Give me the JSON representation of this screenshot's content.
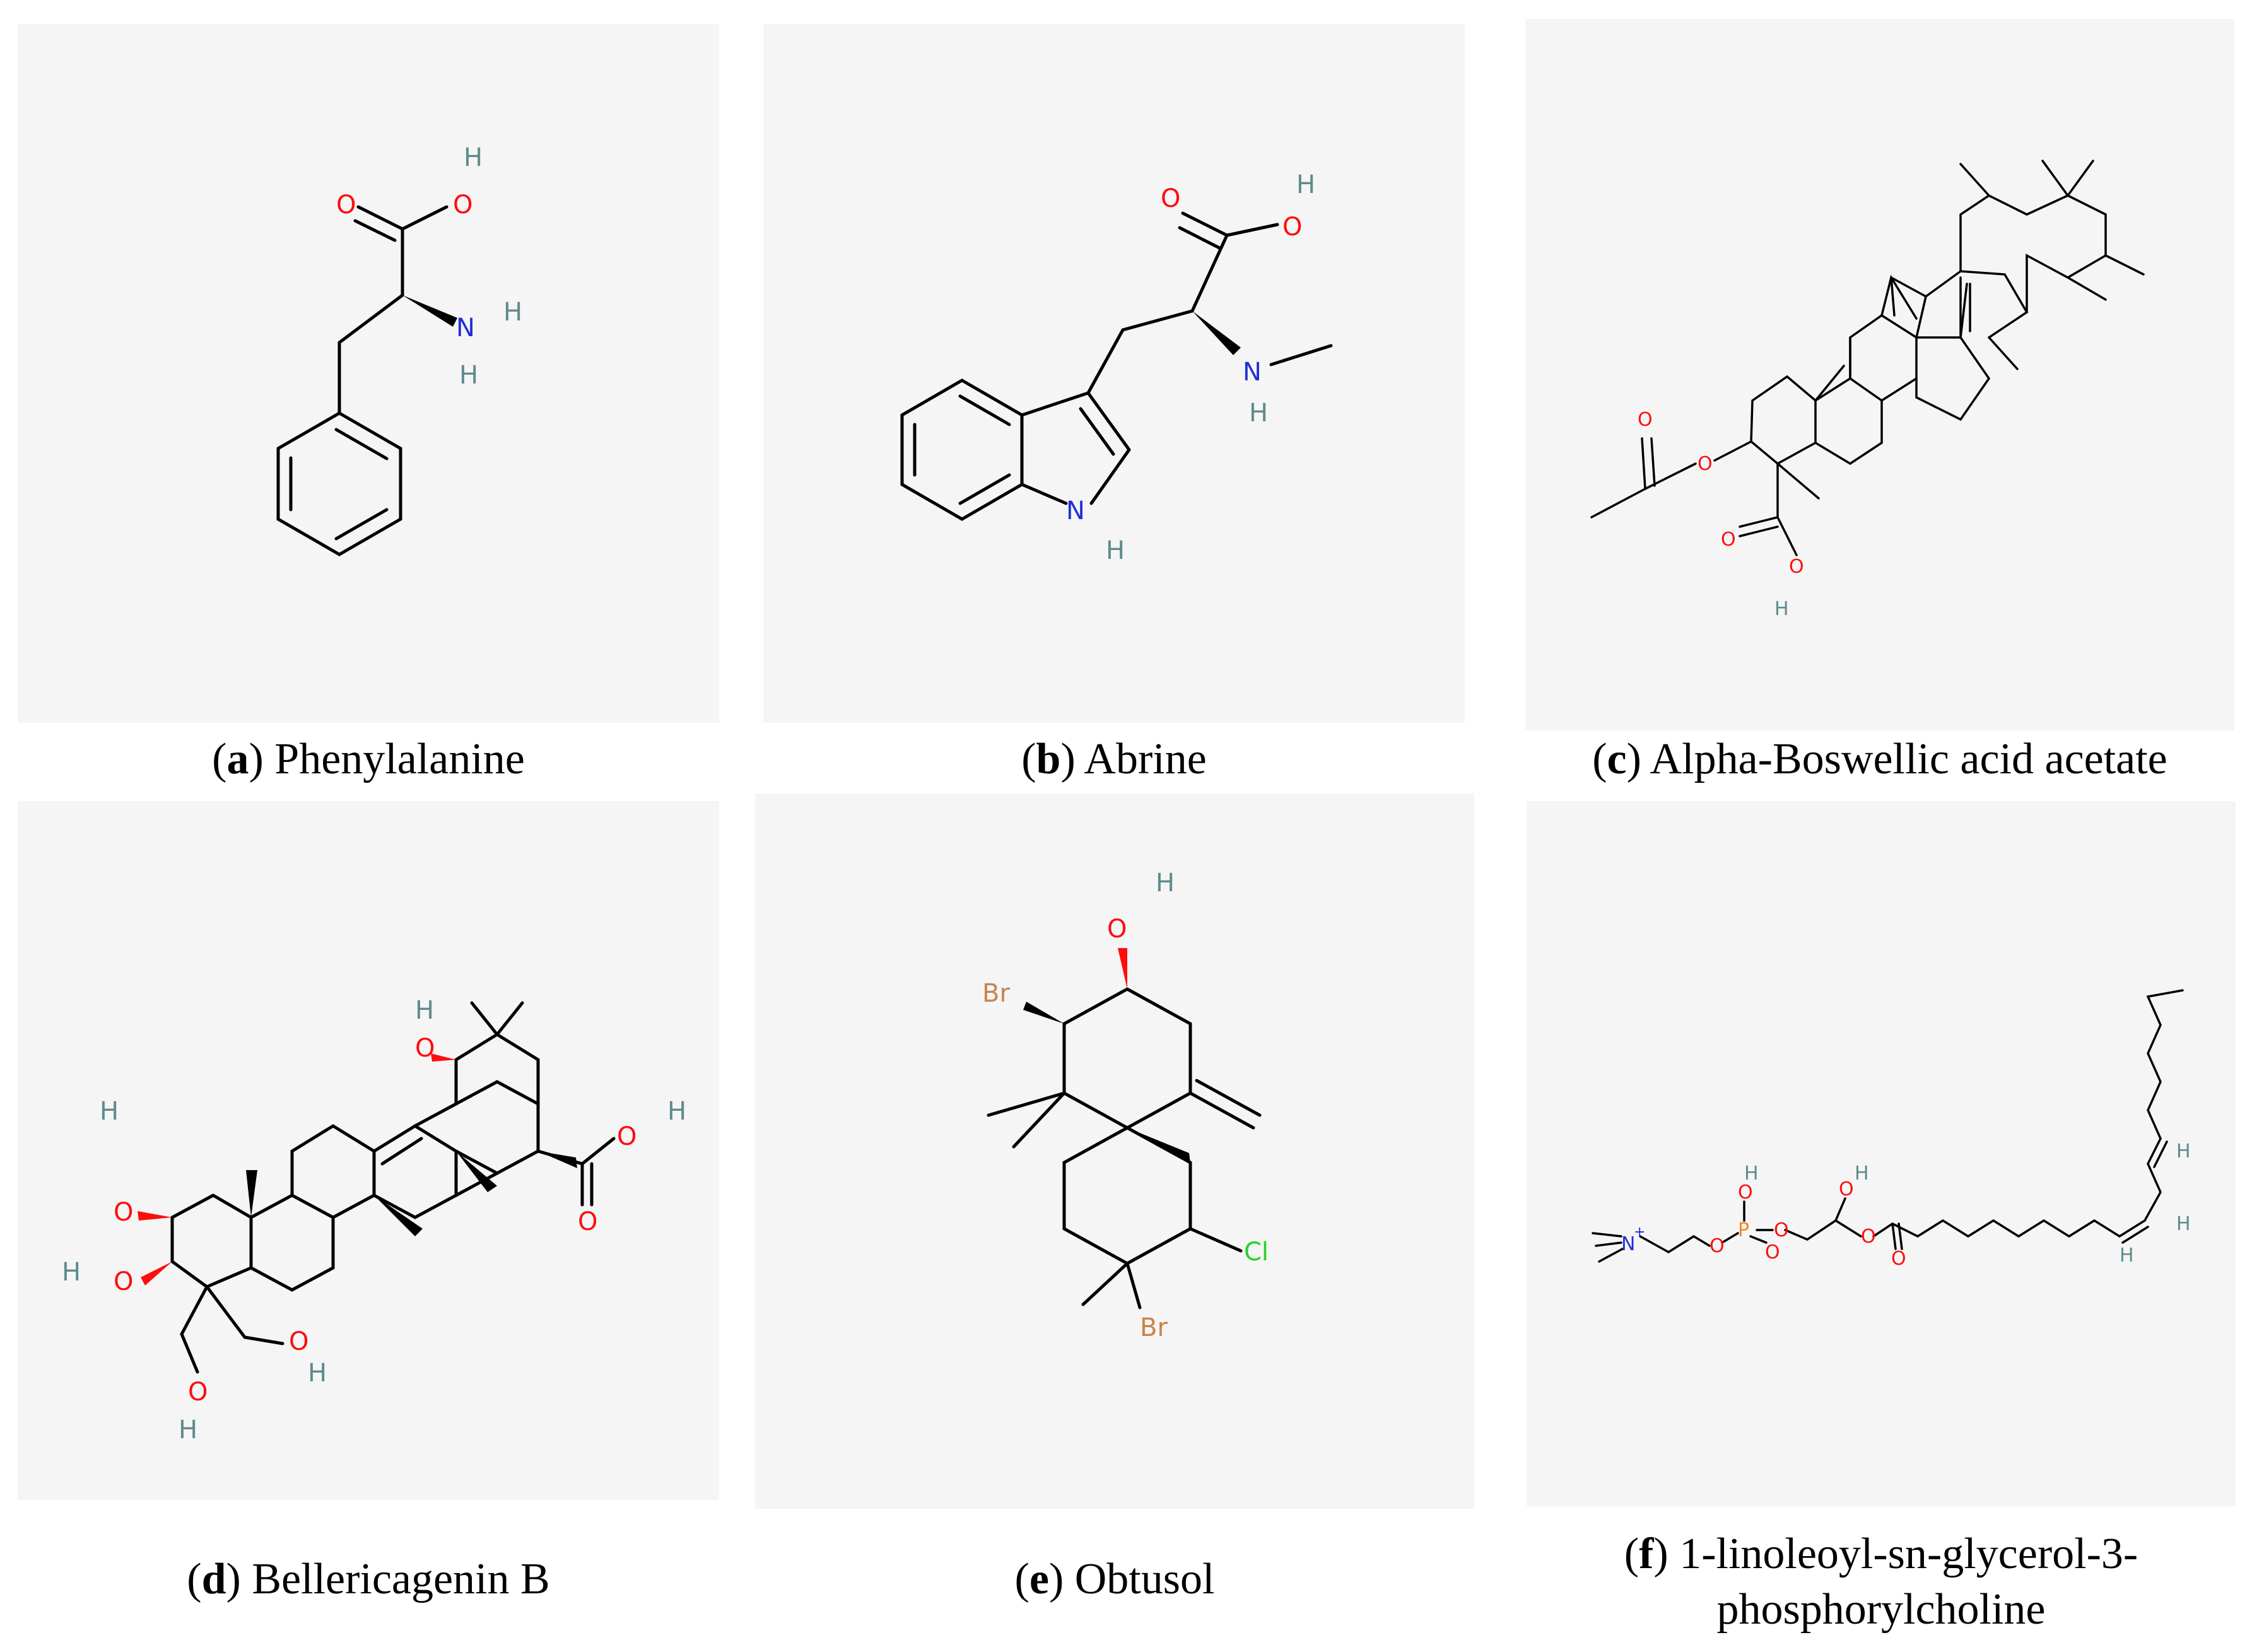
{
  "panels": [
    {
      "id": "a",
      "letter": "a",
      "name": "Phenylalanine"
    },
    {
      "id": "b",
      "letter": "b",
      "name": "Abrine"
    },
    {
      "id": "c",
      "letter": "c",
      "name": "Alpha-Boswellic acid acetate"
    },
    {
      "id": "d",
      "letter": "d",
      "name": "Bellericagenin B"
    },
    {
      "id": "e",
      "letter": "e",
      "name": "Obtusol"
    },
    {
      "id": "f",
      "letter": "f",
      "name": "1-linoleoyl-sn-glycerol-3-phosphorylcholine"
    }
  ],
  "atoms": {
    "O": "O",
    "H": "H",
    "N": "N",
    "Br": "Br",
    "Cl": "Cl",
    "P": "P",
    "plus": "+"
  },
  "colors": {
    "panel_bg": "#f5f5f5",
    "oxygen": "#ff0d0d",
    "nitrogen": "#2030d8",
    "hydrogen": "#5f8b8b",
    "bromine": "#c8844c",
    "chlorine": "#28d028",
    "phosphorus": "#ef8c28"
  }
}
